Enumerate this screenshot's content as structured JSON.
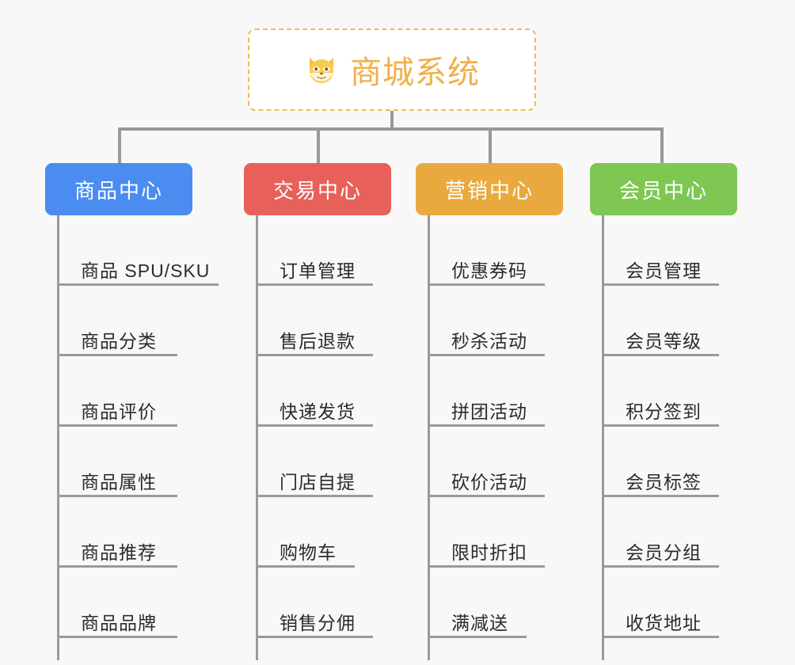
{
  "background_color": "#f8f8f8",
  "root": {
    "icon": "shiba-inu-dog-face-emoji",
    "title": "商城系统",
    "title_color": "#f0b04a",
    "border_color": "#f0b952"
  },
  "connector_color": "#999999",
  "branches": [
    {
      "label": "商品中心",
      "color": "#4a8cf0",
      "items": [
        "商品 SPU/SKU",
        "商品分类",
        "商品评价",
        "商品属性",
        "商品推荐",
        "商品品牌"
      ]
    },
    {
      "label": "交易中心",
      "color": "#e8605a",
      "items": [
        "订单管理",
        "售后退款",
        "快递发货",
        "门店自提",
        "购物车",
        "销售分佣"
      ]
    },
    {
      "label": "营销中心",
      "color": "#eaa93e",
      "items": [
        "优惠券码",
        "秒杀活动",
        "拼团活动",
        "砍价活动",
        "限时折扣",
        "满减送"
      ]
    },
    {
      "label": "会员中心",
      "color": "#7ec753",
      "items": [
        "会员管理",
        "会员等级",
        "积分签到",
        "会员标签",
        "会员分组",
        "收货地址"
      ]
    }
  ]
}
